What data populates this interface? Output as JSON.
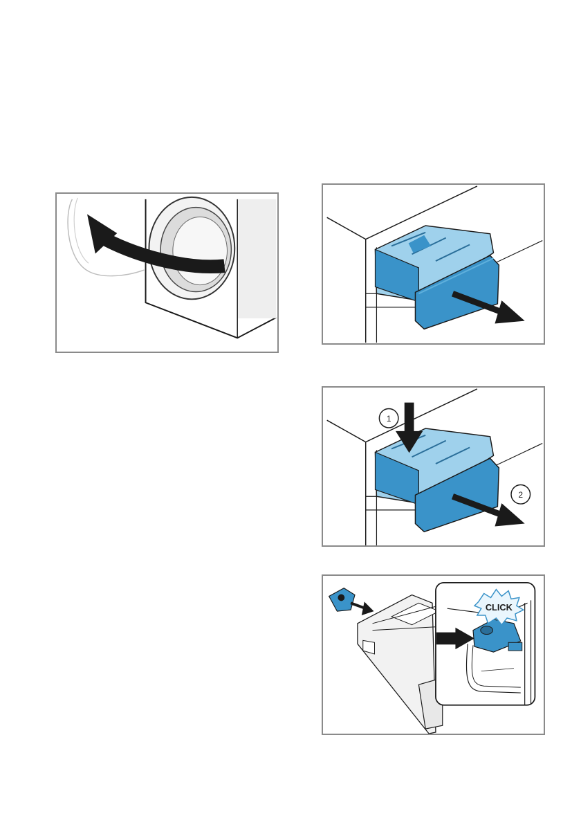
{
  "figures": {
    "open_door": {
      "icon": "open-door-illustration"
    },
    "pull_drawer": {
      "icon": "pull-out-detergent-drawer-illustration"
    },
    "remove_drawer": {
      "icon": "press-release-and-remove-drawer-illustration",
      "step_1": "1",
      "step_2": "2"
    },
    "insert_part": {
      "icon": "insert-part-click-illustration",
      "callout": "CLICK"
    }
  },
  "colors": {
    "accent_blue": "#3a93c9",
    "light_blue": "#9fd1ec",
    "line": "#1a1a1a",
    "frame": "#8a8a8a"
  }
}
